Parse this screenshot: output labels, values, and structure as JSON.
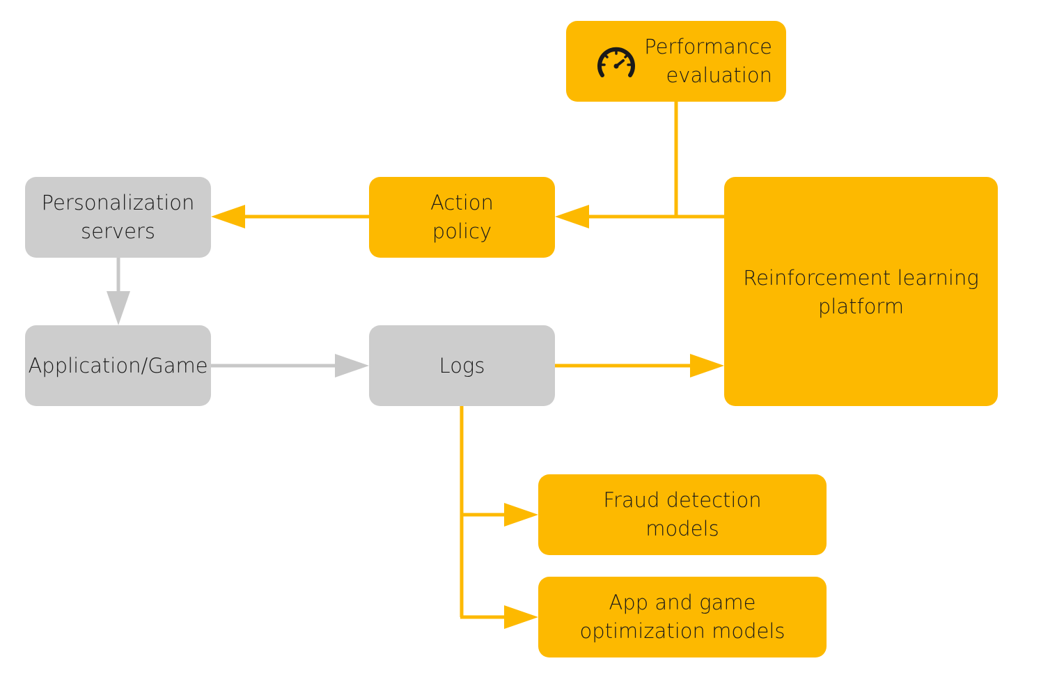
{
  "colors": {
    "gray_box": "#cdcdcd",
    "gray_connector": "#c8c8c8",
    "amber_box": "#fdb900",
    "amber_connector": "#fdb900",
    "text": "#1a1a1a"
  },
  "nodes": {
    "performance_evaluation": {
      "label": "Performance\nevaluation",
      "icon": "speedometer-icon"
    },
    "personalization_servers": {
      "label": "Personalization\nservers"
    },
    "action_policy": {
      "label": "Action\npolicy"
    },
    "reinforcement_learning_platform": {
      "label": "Reinforcement learning\nplatform"
    },
    "application_game": {
      "label": "Application/Game"
    },
    "logs": {
      "label": "Logs"
    },
    "fraud_detection_models": {
      "label": "Fraud detection\nmodels"
    },
    "app_game_optimization_models": {
      "label": "App and game\noptimization models"
    }
  }
}
